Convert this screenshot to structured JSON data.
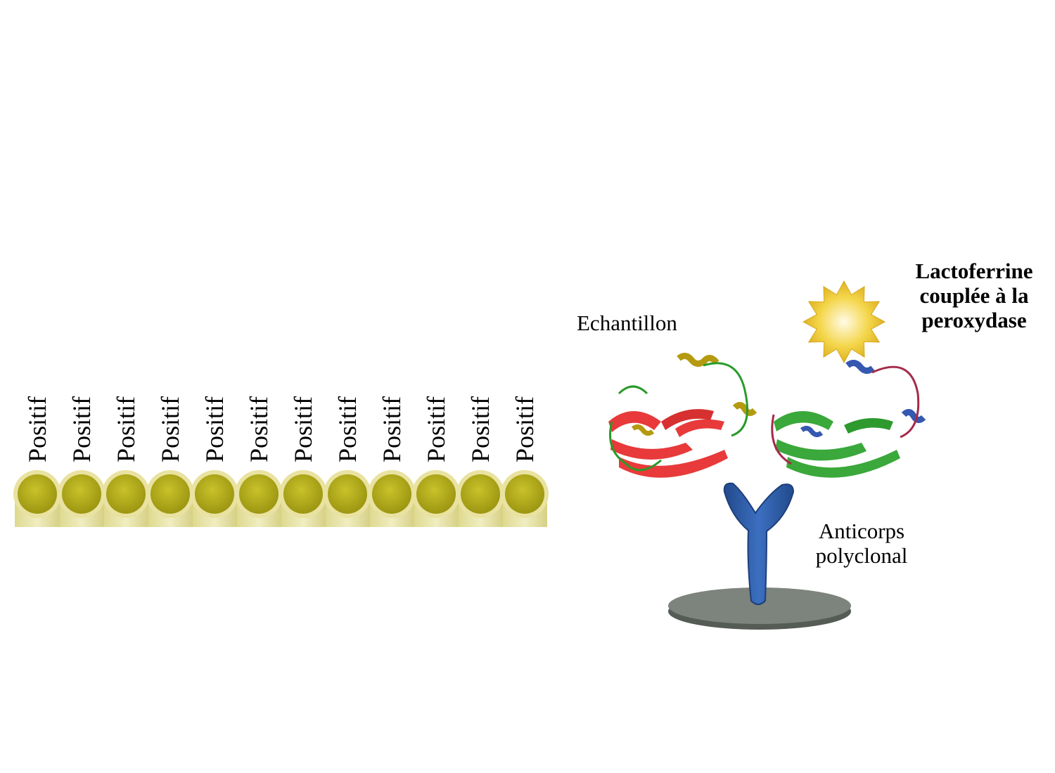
{
  "wells": {
    "count": 12,
    "labels": [
      "Positif",
      "Positif",
      "Positif",
      "Positif",
      "Positif",
      "Positif",
      "Positif",
      "Positif",
      "Positif",
      "Positif",
      "Positif",
      "Positif"
    ],
    "fill_color": "#b8b21a",
    "rim_color": "#e9e2a0"
  },
  "labels": {
    "sample": "Echantillon",
    "conjugate_lines": [
      "Lactoferrine",
      "couplée à la",
      "peroxydase"
    ],
    "antibody_lines": [
      "Anticorps",
      "polyclonal"
    ]
  },
  "colors": {
    "sample_sheet": "#e83a3a",
    "sample_helix": "#b59a10",
    "conjugate_sheet": "#3aa83a",
    "conjugate_helix": "#3558b0",
    "antibody": "#2f5ea8",
    "plate": "#7d837d",
    "enzyme_star": "#f2d040"
  }
}
